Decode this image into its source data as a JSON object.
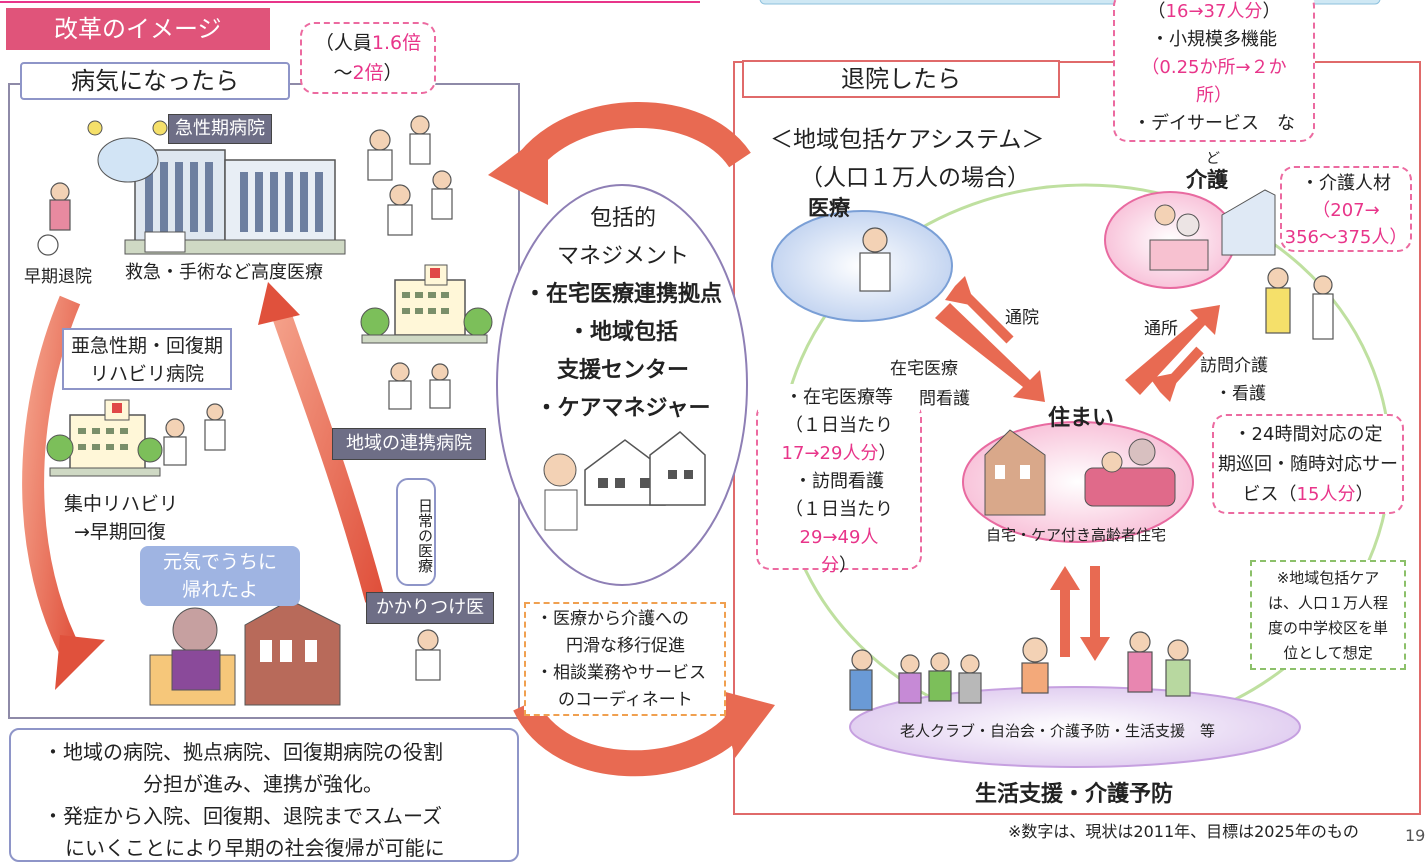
{
  "header": {
    "title": "改革のイメージ"
  },
  "left_panel": {
    "title": "病気になったら",
    "callout_staff_a": "（人員",
    "callout_staff_b": "1.6倍",
    "callout_staff_c": "〜",
    "callout_staff_d": "2倍",
    "callout_staff_e": "）",
    "acute_hospital": "急性期病院",
    "advanced_care": "救急・手術など高度医療",
    "early_discharge": "早期退院",
    "rehab_hospital_line1": "亜急性期・回復期",
    "rehab_hospital_line2": "リハビリ病院",
    "intensive_rehab_line1": "集中リハビリ",
    "intensive_rehab_line2": "→早期回復",
    "home_speech_line1": "元気でうちに",
    "home_speech_line2": "帰れたよ",
    "regional_hospital": "地域の連携病院",
    "daily_care": "日常の医療",
    "family_doctor": "かかりつけ医"
  },
  "bottom_left_notes": {
    "note1_line1": "・地域の病院、拠点病院、回復期病院の役割",
    "note1_line2": "分担が進み、連携が強化。",
    "note2_line1": "・発症から入院、回復期、退院までスムーズ",
    "note2_line2": "にいくことにより早期の社会復帰が可能に"
  },
  "center": {
    "line1": "包括的",
    "line2": "マネジメント",
    "line3": "・在宅医療連携拠点",
    "line4": "・地域包括",
    "line5": "支援センター",
    "line6": "・ケアマネジャー",
    "note_line1": "・医療から介護への",
    "note_line2": "円滑な移行促進",
    "note_line3": "・相談業務やサービス",
    "note_line4": "のコーディネート"
  },
  "right_panel": {
    "title": "退院したら",
    "system_title": "＜地域包括ケアシステム＞",
    "system_subtitle": "（人口１万人の場合）",
    "medical": "医療",
    "care": "介護",
    "residence": "住まい",
    "residence_caption": "自宅・ケア付き高齢者住宅",
    "visit_clinic": "通院",
    "visit_facility": "通所",
    "home_medical": "在宅医療",
    "home_visit_nursing": "訪問看護",
    "home_visit_care_a": "訪問介護",
    "home_visit_care_b": "・看護",
    "community_caption": "老人クラブ・自治会・介護予防・生活支援　等",
    "life_support": "生活支援・介護予防",
    "top_note_line1_a": "（",
    "top_note_line1_b": "16→37人分",
    "top_note_line1_c": "）",
    "top_note_line2": "・小規模多機能",
    "top_note_line3": "（0.25か所→２か",
    "top_note_line4": "所）",
    "top_note_line5": "・デイサービス　な",
    "top_note_line6": "ど",
    "staff_note_line1": "・介護人材",
    "staff_note_line2": "（207→",
    "staff_note_line3": "356〜375人）",
    "homecare_note_line1": "・在宅医療等",
    "homecare_note_line2": "（１日当たり",
    "homecare_note_line3": "17→29人分",
    "homecare_note_line4": "）",
    "homecare_note_line5": "・訪問看護",
    "homecare_note_line6": "（１日当たり",
    "homecare_note_line7": "29→49人",
    "homecare_note_line8": "分",
    "homecare_note_line9": "）",
    "service24_line1": "・24時間対応の定",
    "service24_line2": "期巡回・随時対応サー",
    "service24_line3": "ビス（",
    "service24_line4": "15人分",
    "service24_line5": "）",
    "school_note_line1": "※地域包括ケア",
    "school_note_line2": "は、人口１万人程",
    "school_note_line3": "度の中学校区を単",
    "school_note_line4": "位として想定"
  },
  "footer": {
    "footnote": "※数字は、現状は2011年、目標は2025年のもの",
    "page_number": "19"
  },
  "colors": {
    "header_bg": "#e0547a",
    "accent_pink": "#e8358a",
    "arrow_red": "#e65a4a",
    "panel_border_left": "#8e8aa8",
    "panel_border_right": "#e06a6a",
    "dark_label": "#6e6e86"
  }
}
